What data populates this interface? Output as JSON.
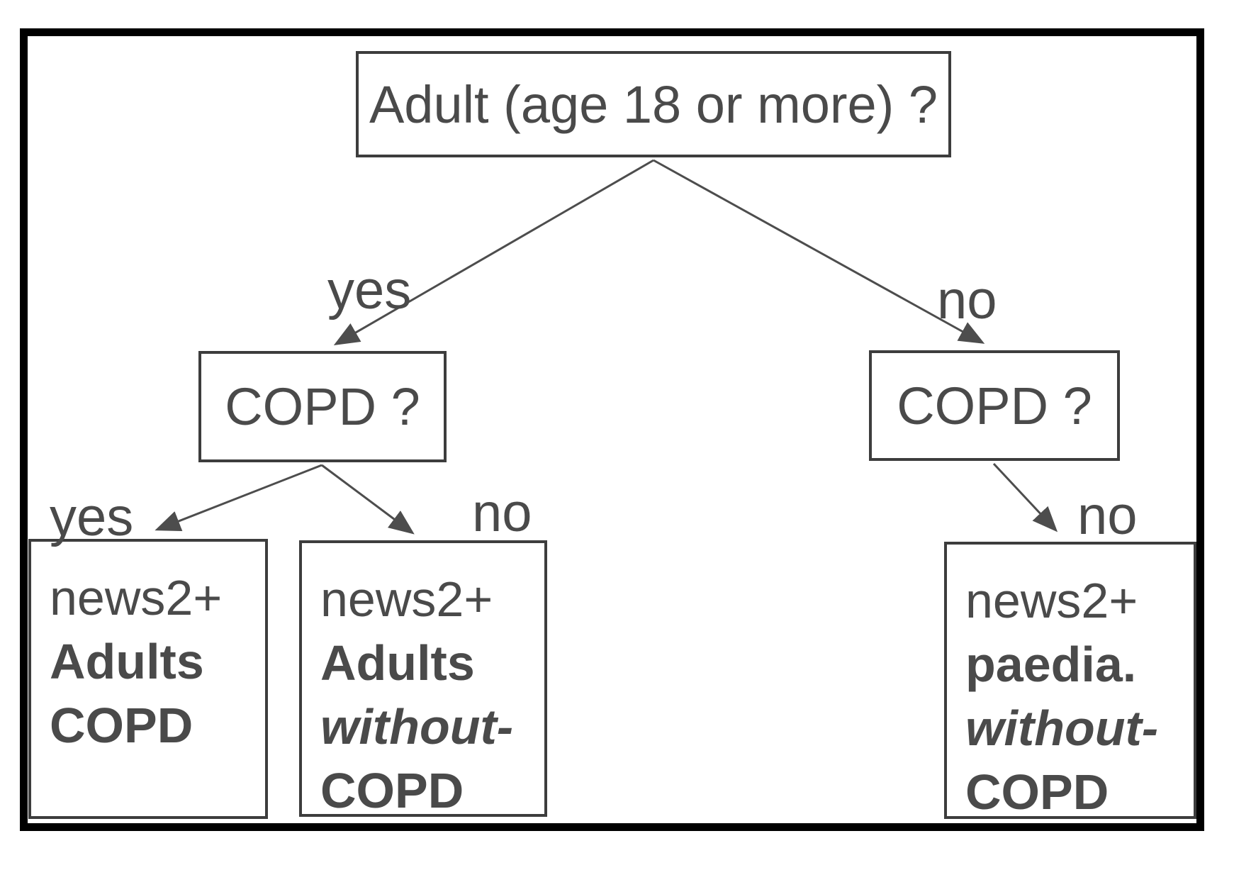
{
  "nodes": {
    "root": {
      "label": "Adult (age 18 or more) ?"
    },
    "copd_adult": {
      "label": "COPD ?"
    },
    "copd_child": {
      "label": "COPD ?"
    },
    "leaf_adults_copd": {
      "lines": [
        "news2+",
        "Adults",
        "COPD"
      ]
    },
    "leaf_adults_without_copd": {
      "lines": [
        "news2+",
        "Adults",
        "without-",
        "COPD"
      ]
    },
    "leaf_paedia_without_copd": {
      "lines": [
        "news2+",
        "paedia.",
        "without-",
        "COPD"
      ]
    }
  },
  "edges": {
    "root_yes": {
      "label": "yes"
    },
    "root_no": {
      "label": "no"
    },
    "copd_adult_yes": {
      "label": "yes"
    },
    "copd_adult_no": {
      "label": "no"
    },
    "copd_child_no": {
      "label": "no"
    }
  },
  "colors": {
    "outer_border": "#000000",
    "node_border": "#3d3d3d",
    "text": "#4a4a4a",
    "arrow": "#4d4d4d",
    "background": "#ffffff"
  }
}
